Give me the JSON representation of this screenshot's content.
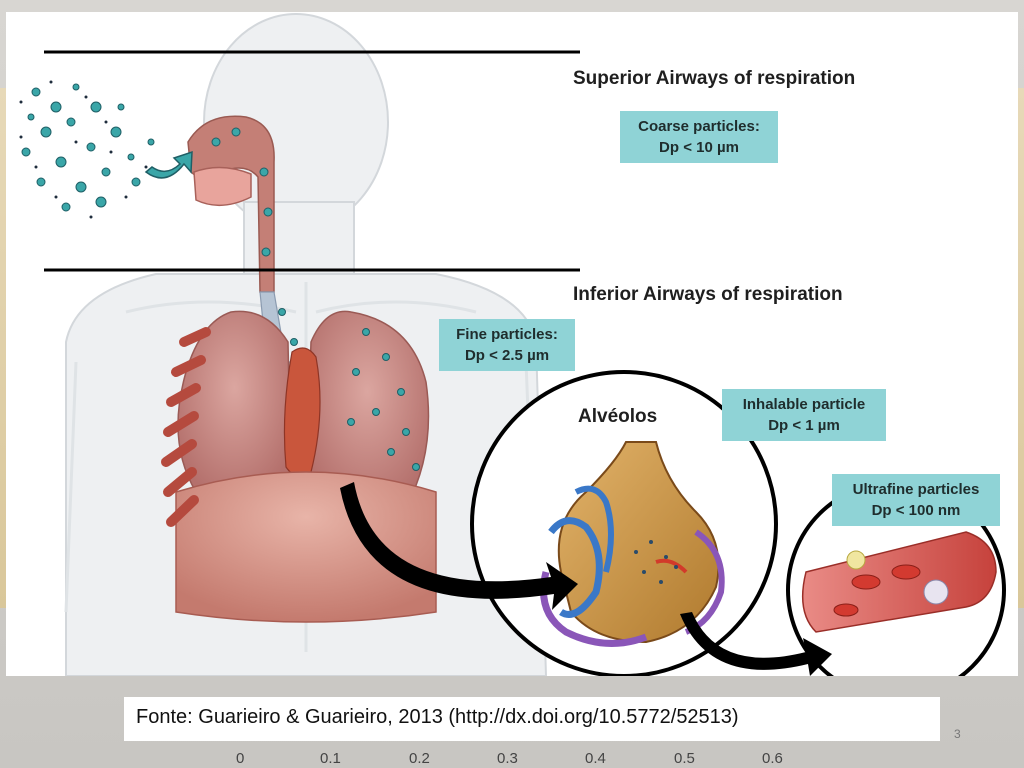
{
  "headings": {
    "superior": "Superior Airways of respiration",
    "inferior": "Inferior Airways of respiration",
    "alveolos": "Alvéolos"
  },
  "boxes": {
    "coarse": {
      "line1": "Coarse particles:",
      "line2": "Dp < 10 µm"
    },
    "fine": {
      "line1": "Fine particles:",
      "line2": "Dp < 2.5 µm"
    },
    "inhalable": {
      "line1": "Inhalable particle",
      "line2": "Dp < 1 µm"
    },
    "ultrafine": {
      "line1": "Ultrafine particles",
      "line2": "Dp < 100 nm"
    }
  },
  "caption": "Fonte: Guarieiro & Guarieiro, 2013 (http://dx.doi.org/10.5772/52513)",
  "page_number": "3",
  "background_scale_ticks": [
    "0",
    "0.1",
    "0.2",
    "0.3",
    "0.4",
    "0.5",
    "0.6"
  ],
  "colors": {
    "box_fill": "#8fd3d6",
    "particle_fill": "#3aa6a8",
    "lung": "#c98a86",
    "arrow": "#000000"
  }
}
